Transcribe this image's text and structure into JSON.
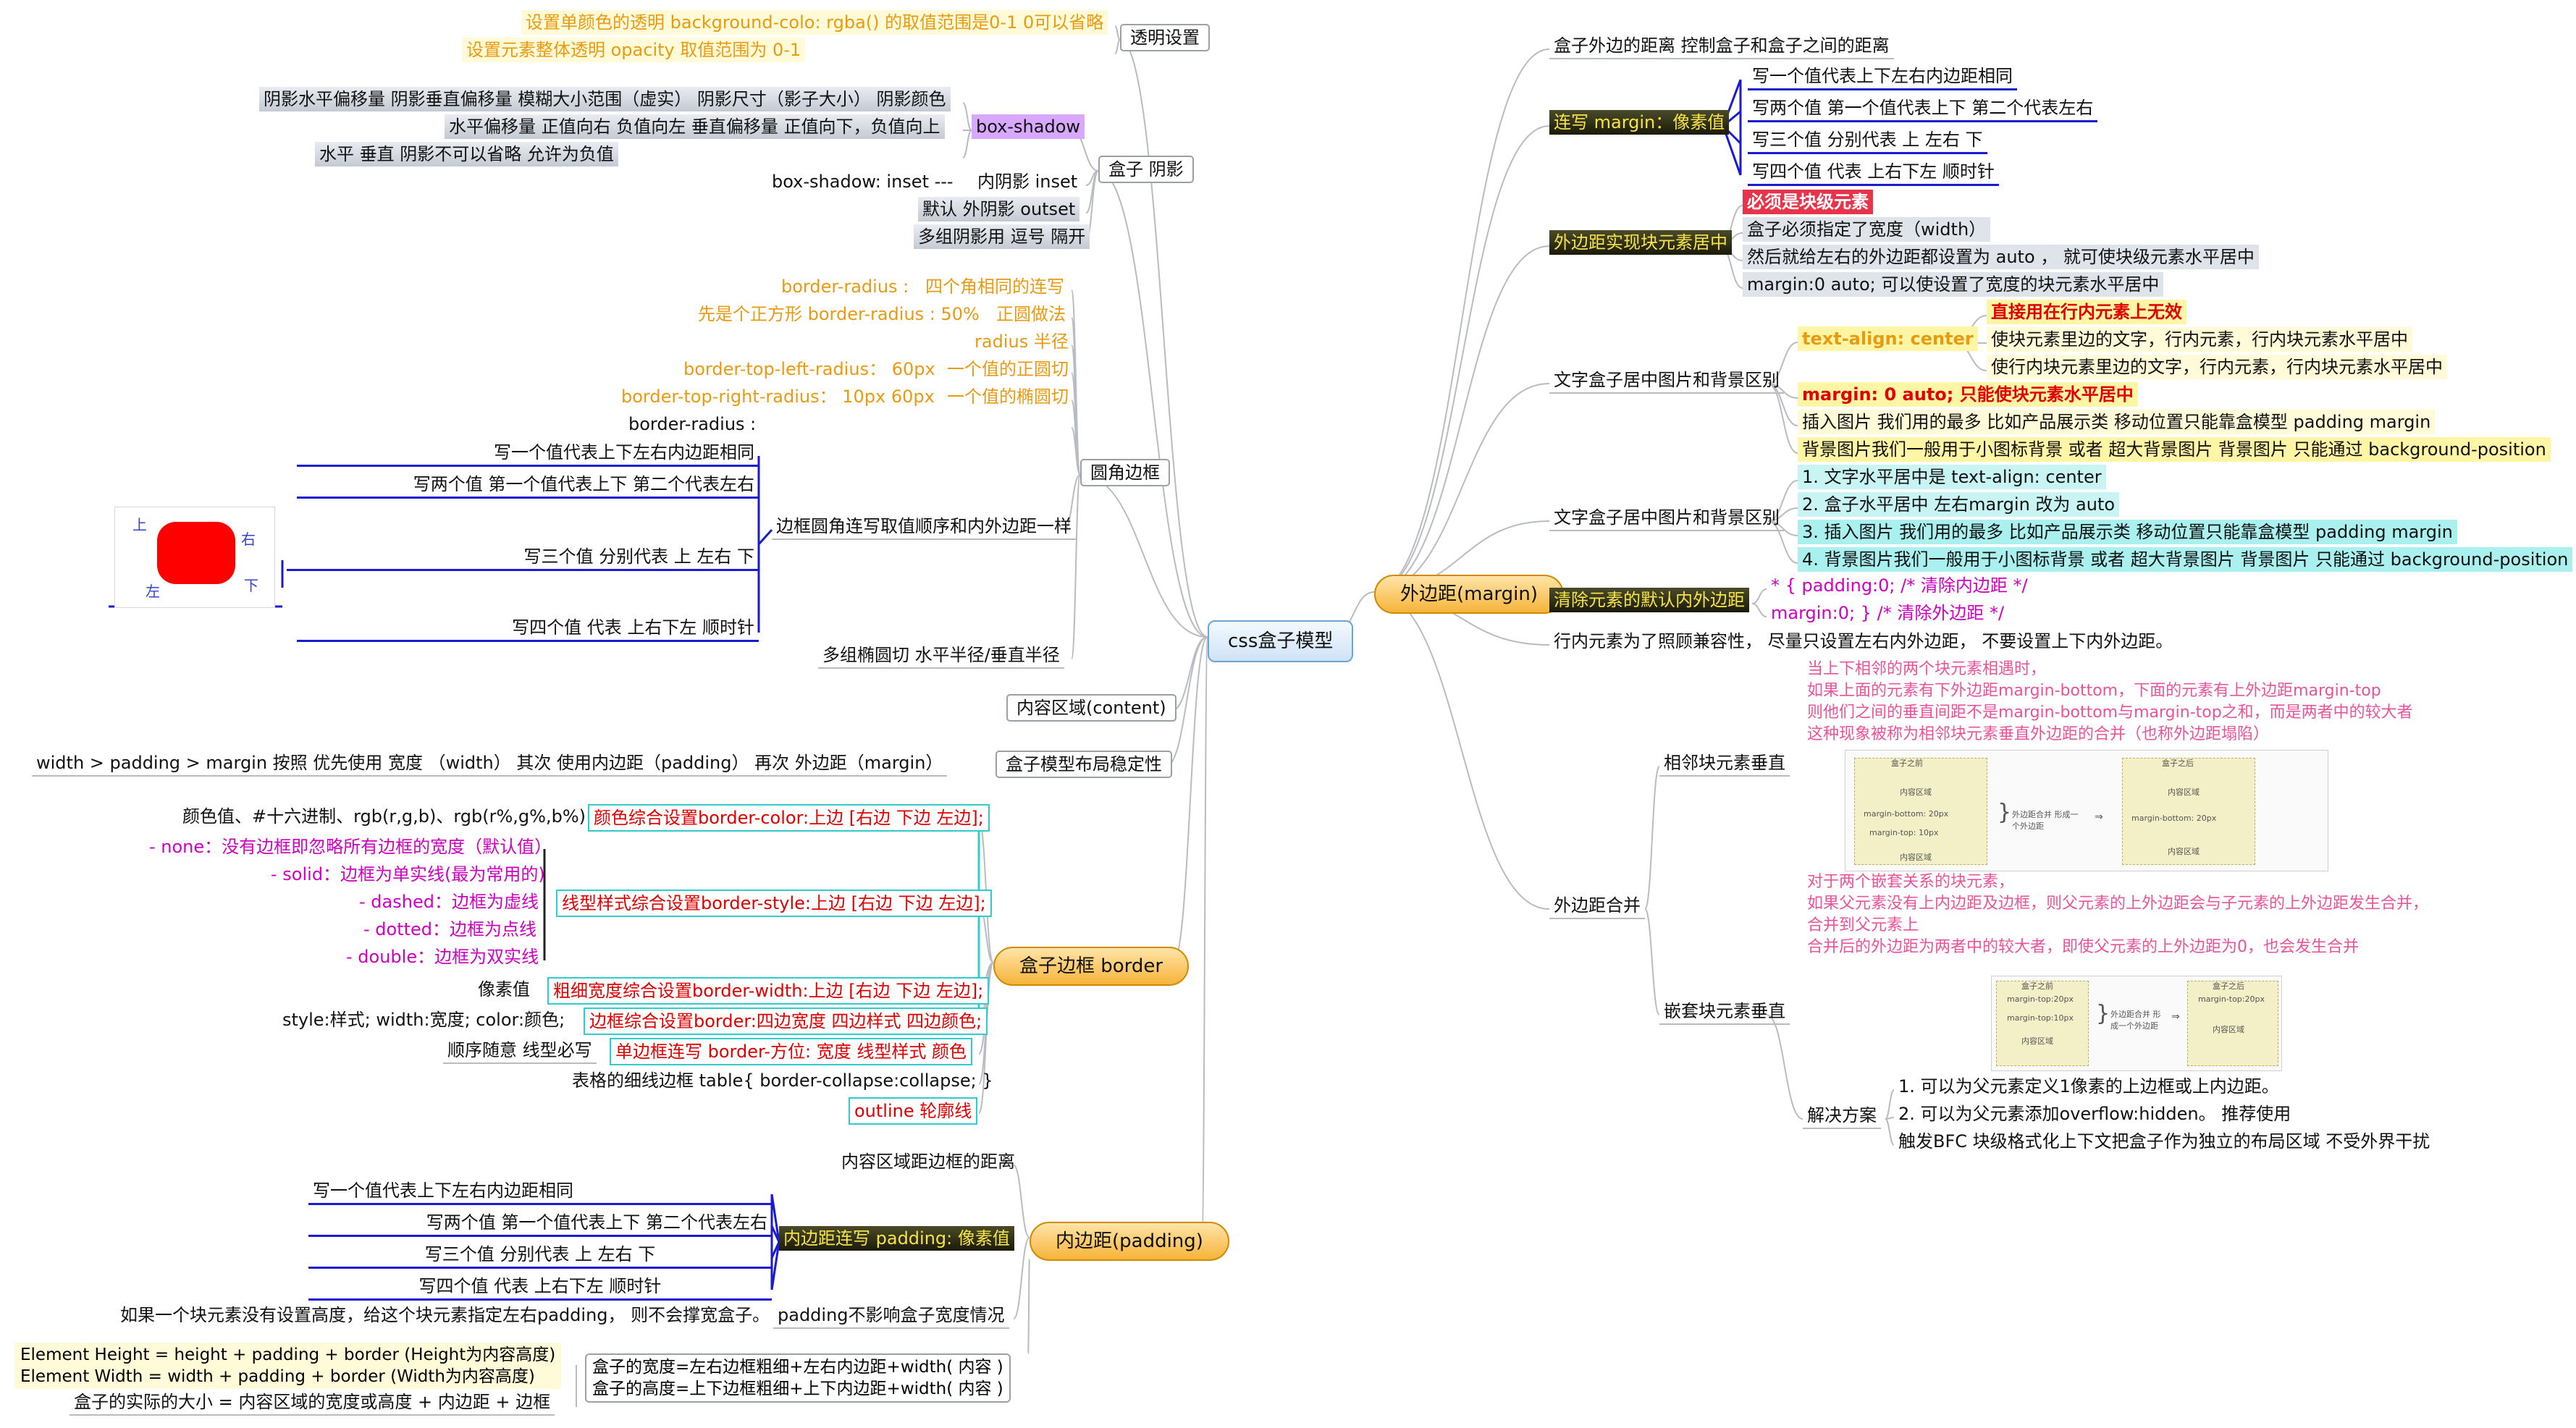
{
  "center": "css盒子模型",
  "branches": {
    "margin": "外边距(margin)",
    "content": "内容区域(content)",
    "stable": "盒子模型布局稳定性",
    "border": "盒子边框  border",
    "padding": "内边距(padding)"
  },
  "right": {
    "margin_def": "盒子外边的距离  控制盒子和盒子之间的距离",
    "margin_short": "连写  margin：像素值",
    "margin_short_items": [
      "写一个值代表上下左右内边距相同",
      "写两个值 第一个值代表上下 第二个代表左右",
      "写三个值    分别代表   上   左右   下",
      "写四个值  代表   上右下左     顺时针"
    ],
    "center_block": "外边距实现块元素居中",
    "center_items": [
      "必须是块级元素",
      "盒子必须指定了宽度（width）",
      "然后就给左右的外边距都设置为     auto   ，  就可使块级元素水平居中",
      "margin:0 auto;  可以使设置了宽度的块元素水平居中"
    ],
    "text_img_bg_1": "文字盒子居中图片和背景区别",
    "text_align": "text-align: center",
    "text_align_items": [
      "直接用在行内元素上无效",
      "使块元素里边的文字，行内元素，行内块元素水平居中",
      "使行内块元素里边的文字，行内元素，行内块元素水平居中"
    ],
    "margin_auto": "margin: 0 auto;  只能使块元素水平居中",
    "img_insert": "插入图片  我们用的最多  比如产品展示类   移动位置只能靠盒模型  padding margin",
    "bg_img": "背景图片我们一般用于小图标背景  或者  超大背景图片   背景图片  只能通过   background-position",
    "text_img_bg_2": "文字盒子居中图片和背景区别",
    "list2": [
      "1. 文字水平居中是    text-align: center",
      "2. 盒子水平居中   左右margin 改为 auto",
      "3. 插入图片  我们用的最多  比如产品展示类   移动位置只能靠盒模型  padding margin",
      "4. 背景图片我们一般用于小图标背景  或者  超大背景图片   背景图片  只能通过    background-position"
    ],
    "clear": "清除元素的默认内外边距",
    "clear_code": [
      "* {     padding:0;          /* 清除内边距 */",
      "          margin:0;     }        /* 清除外边距 */"
    ],
    "inline_note": "行内元素为了照顾兼容性，  尽量只设置左右内外边距，  不要设置上下内外边距。",
    "merge": "外边距合并",
    "adjacent": "相邻块元素垂直",
    "adjacent_note": [
      "当上下相邻的两个块元素相遇时，",
      "如果上面的元素有下外边距margin-bottom，下面的元素有上外边距margin-top",
      "则他们之间的垂直间距不是margin-bottom与margin-top之和，而是两者中的较大者",
      "这种现象被称为相邻块元素垂直外边距的合并（也称外边距塌陷）"
    ],
    "nested": "嵌套块元素垂直",
    "nested_note": [
      "对于两个嵌套关系的块元素，",
      "如果父元素没有上内边距及边框，则父元素的上外边距会与子元素的上外边距发生合并，",
      "合并到父元素上",
      "合并后的外边距为两者中的较大者，即使父元素的上外边距为0，也会发生合并"
    ],
    "solution": "解决方案",
    "solution_items": [
      "1. 可以为父元素定义1像素的上边框或上内边距。",
      "2. 可以为父元素添加overflow:hidden。   推荐使用",
      "触发BFC   块级格式化上下文把盒子作为独立的布局区域  不受外界干扰"
    ],
    "diag_adj": {
      "box1": "盒子之前",
      "box2": "盒子之后",
      "content": "内容区域",
      "mb": "margin-bottom: 20px",
      "mt": "margin-top: 10px",
      "merged": "外边距合并 形成一个外边距",
      "mb2": "margin-bottom: 20px"
    },
    "diag_nest": {
      "box1": "盒子之前",
      "box2": "盒子之后",
      "content": "内容区域",
      "mt1": "margin-top:20px",
      "mt2": "margin-top:10px",
      "merged": "外边距合并 形成一个外边距",
      "mt3": "margin-top:20px"
    }
  },
  "left": {
    "transparency": "透明设置",
    "transparency_items": [
      "设置单颜色的透明   background-colo: rgba()   的取值范围是0-1   0可以省略",
      "设置元素整体透明    opacity   取值范围为 0-1"
    ],
    "shadow": "盒子 阴影",
    "box_shadow": "box-shadow",
    "shadow_params": [
      "阴影水平偏移量  阴影垂直偏移量  模糊大小范围（虚实）    阴影尺寸（影子大小）     阴影颜色",
      "水平偏移量  正值向右   负值向左     垂直偏移量  正值向下，负值向上",
      "水平  垂直  阴影不可以省略  允许为负值"
    ],
    "inset_row": "box-shadow: inset    ---",
    "inset": "内阴影   inset",
    "outset": "默认   外阴影   outset",
    "multi_shadow": "多组阴影用  逗号  隔开",
    "radius": "圆角边框",
    "radius_items": [
      "border-radius :",
      "四个角相同的连写",
      "先是个正方形   border-radius : 50%",
      "正圆做法",
      "radius   半径",
      "border-top-left-radius：  60px",
      "一个值的正圆切",
      "border-top-right-radius：  10px   60px",
      "一个值的椭圆切"
    ],
    "radius_order_head": "border-radius :",
    "radius_order": "边框圆角连写取值顺序和内外边距一样",
    "radius_order_items": [
      "写一个值代表上下左右内边距相同",
      "写两个值  第一个值代表上下  第二个代表左右",
      "写三个值     分别代表    上    左右    下",
      "写四个值  代表    上右下左      顺时针"
    ],
    "ellipse": "多组椭圆切   水平半径/垂直半径",
    "sketch_labels": [
      "上",
      "右",
      "左",
      "下"
    ],
    "stable_text": "width >    padding    >     margin       按照  优先使用   宽度   （width）    其次  使用内边距（padding）        再次   外边距（margin）",
    "border_items": {
      "color_left": "颜色值、#十六进制、rgb(r,g,b)、rgb(r%,g%,b%)",
      "color": "颜色综合设置border-color:上边 [右边 下边 左边];",
      "none": "- none：没有边框即忽略所有边框的宽度（默认值）",
      "solid": "- solid：边框为单实线(最为常用的)",
      "dashed": "- dashed：边框为虚线",
      "dotted": "- dotted：边框为点线",
      "double": "- double：边框为双实线",
      "style": "线型样式综合设置border-style:上边 [右边 下边 左边];",
      "px": "像素值",
      "width": "粗细宽度综合设置border-width:上边 [右边 下边 左边];",
      "shorthand_left": "style:样式;    width:宽度;    color:颜色;",
      "shorthand": "边框综合设置border:四边宽度 四边样式 四边颜色;",
      "order_left": "顺序随意    线型必写",
      "single": "单边框连写     border-方位: 宽度 线型样式 颜色",
      "table": "表格的细线边框     table{ border-collapse:collapse; }",
      "outline": "outline   轮廓线"
    },
    "padding_dist": "内容区域距边框的距离",
    "padding_short": "内边距连写   padding: 像素值",
    "padding_items": [
      "写一个值代表上下左右内边距相同",
      "写两个值  第一个值代表上下  第二个代表左右",
      "写三个值     分别代表    上    左右    下",
      "写四个值  代表    上右下左      顺时针"
    ],
    "padding_note": "padding不影响盒子宽度情况",
    "padding_note_left": "如果一个块元素没有设置高度，给这个块元素指定左右padding，  则不会撑宽盒子。",
    "size_box": [
      "盒子的宽度=左右边框粗细+左右内边距+width( 内容 )",
      "盒子的高度=上下边框粗细+上下内边距+width( 内容 )"
    ],
    "size_formula": [
      "Element Height = height + padding + border   (Height为内容高度)",
      "Element Width =   width + padding + border   (Width为内容高度)"
    ],
    "actual_size": "盒子的实际的大小 =     内容区域的宽度或高度 +    内边距    +    边框"
  },
  "colors": {
    "blue_line": "#1a1ad0",
    "teal": "#33cccc",
    "orange": "#f7b43a",
    "connector": "#b8bcc2"
  }
}
